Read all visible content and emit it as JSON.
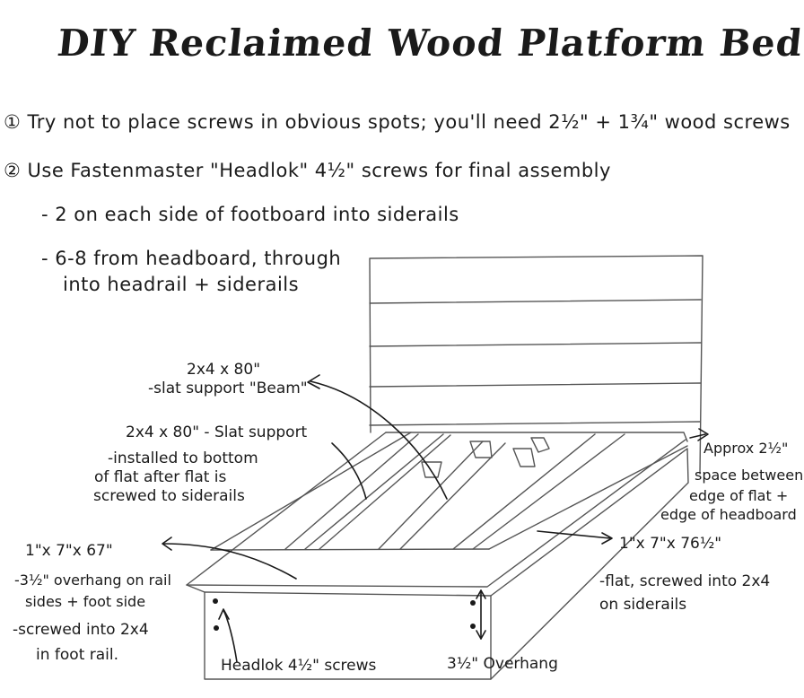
{
  "title": "DIY Reclaimed Wood Platform Bed",
  "instructions": {
    "note1": "① Try not to place screws in obvious spots; you'll need 2½\" + 1¾\" wood screws",
    "note2": "② Use Fastenmaster \"Headlok\" 4½\" screws for final assembly",
    "sub1": "- 2 on each side of footboard into siderails",
    "sub2_line1": "- 6-8 from headboard, through",
    "sub2_line2": "into headrail + siderails"
  },
  "labels": {
    "beam_line1": "2x4 x 80\"",
    "beam_line2": "-slat support \"Beam\"",
    "slat_support_line1": "2x4 x 80\" - Slat support",
    "slat_support_line2": "-installed to bottom",
    "slat_support_line3": "of flat after flat is",
    "slat_support_line4": "screwed to siderails",
    "foot_line1": "1\"x 7\"x 67\"",
    "foot_line2": "-3½\" overhang on rail",
    "foot_line3": "sides + foot side",
    "foot_line4": "-screwed into 2x4",
    "foot_line5": "in foot rail.",
    "gap_line1": "Approx 2½\"",
    "gap_line2": "space between",
    "gap_line3": "edge of flat +",
    "gap_line4": "edge of headboard",
    "flat_line1": "1\"x 7\"x 76½\"",
    "flat_line2": "-flat, screwed into 2x4",
    "flat_line3": "on siderails",
    "headlok": "Headlok 4½\" screws",
    "overhang": "3½\" Overhang"
  },
  "colors": {
    "ink": "#1a1a1a",
    "pencil": "#555555",
    "paper": "#ffffff"
  }
}
